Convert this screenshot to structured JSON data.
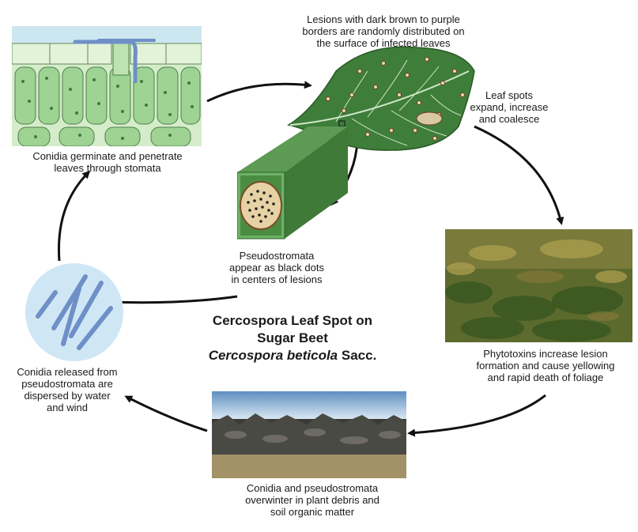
{
  "title": {
    "line1": "Cercospora Leaf Spot on",
    "line2": "Sugar Beet",
    "species": "Cercospora beticola",
    "authority": " Sacc."
  },
  "stages": {
    "lesions": "Lesions with dark brown to purple\nborders are randomly distributed on\nthe surface of infected leaves",
    "leaf_spots": "Leaf spots\nexpand, increase\nand coalesce",
    "phytotoxins": "Phytotoxins increase lesion\nformation and cause yellowing\nand rapid death of foliage",
    "overwinter": "Conidia and pseudostromata\noverwinter in plant debris and\nsoil organic matter",
    "released": "Conidia released from\npseudostromata are\ndispersed by water\nand wind",
    "pseudostromata": "Pseudostromata\nappear as black dots\nin centers of lesions",
    "germinate": "Conidia germinate and penetrate\nleaves through stomata"
  },
  "colors": {
    "leaf": "#3f7d3a",
    "cell": "#a9d9a0",
    "conidia": "#6f8fc7",
    "arrow": "#111111"
  }
}
